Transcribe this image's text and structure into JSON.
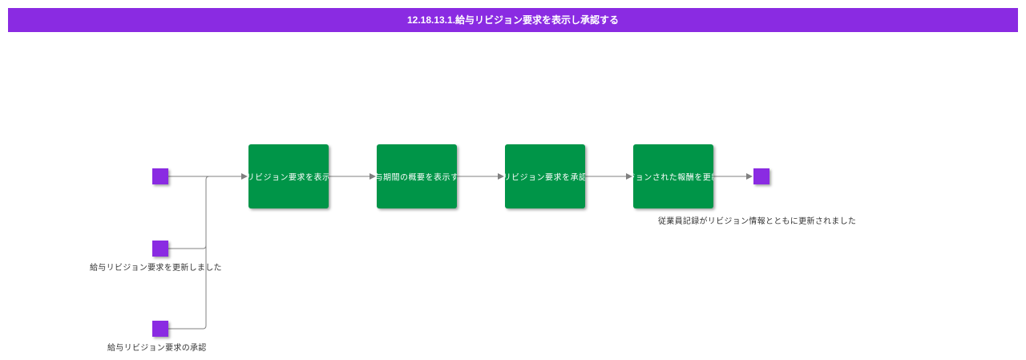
{
  "title": "12.18.13.1.給与リビジョン要求を表示し承認する",
  "steps": [
    {
      "label": "給与リビジョン要求を表示する"
    },
    {
      "label": "給与期間の概要を表示する"
    },
    {
      "label": "給与リビジョン要求を承認する"
    },
    {
      "label": "リビジョンされた報酬を更新する"
    }
  ],
  "events": {
    "start": {
      "label": ""
    },
    "updated": {
      "label": "給与リビジョン要求を更新しました"
    },
    "approval": {
      "label": "給与リビジョン要求の承認"
    },
    "end": {
      "label": "従業員記録がリビジョン情報とともに更新されました"
    }
  },
  "colors": {
    "header": "#8a2be2",
    "event": "#8a2be2",
    "step": "#009548",
    "connector": "#808080"
  }
}
